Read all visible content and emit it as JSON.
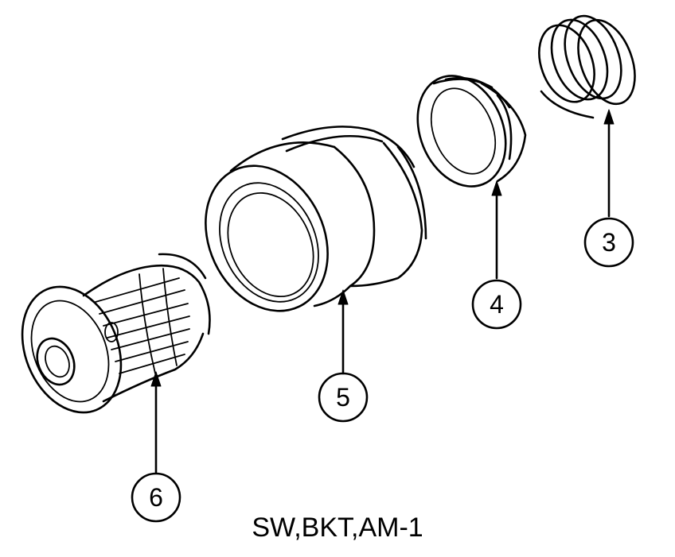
{
  "caption": "SW,BKT,AM-1",
  "callouts": [
    {
      "id": "part-3",
      "label": "3"
    },
    {
      "id": "part-4",
      "label": "4"
    },
    {
      "id": "part-5",
      "label": "5"
    },
    {
      "id": "part-6",
      "label": "6"
    }
  ]
}
